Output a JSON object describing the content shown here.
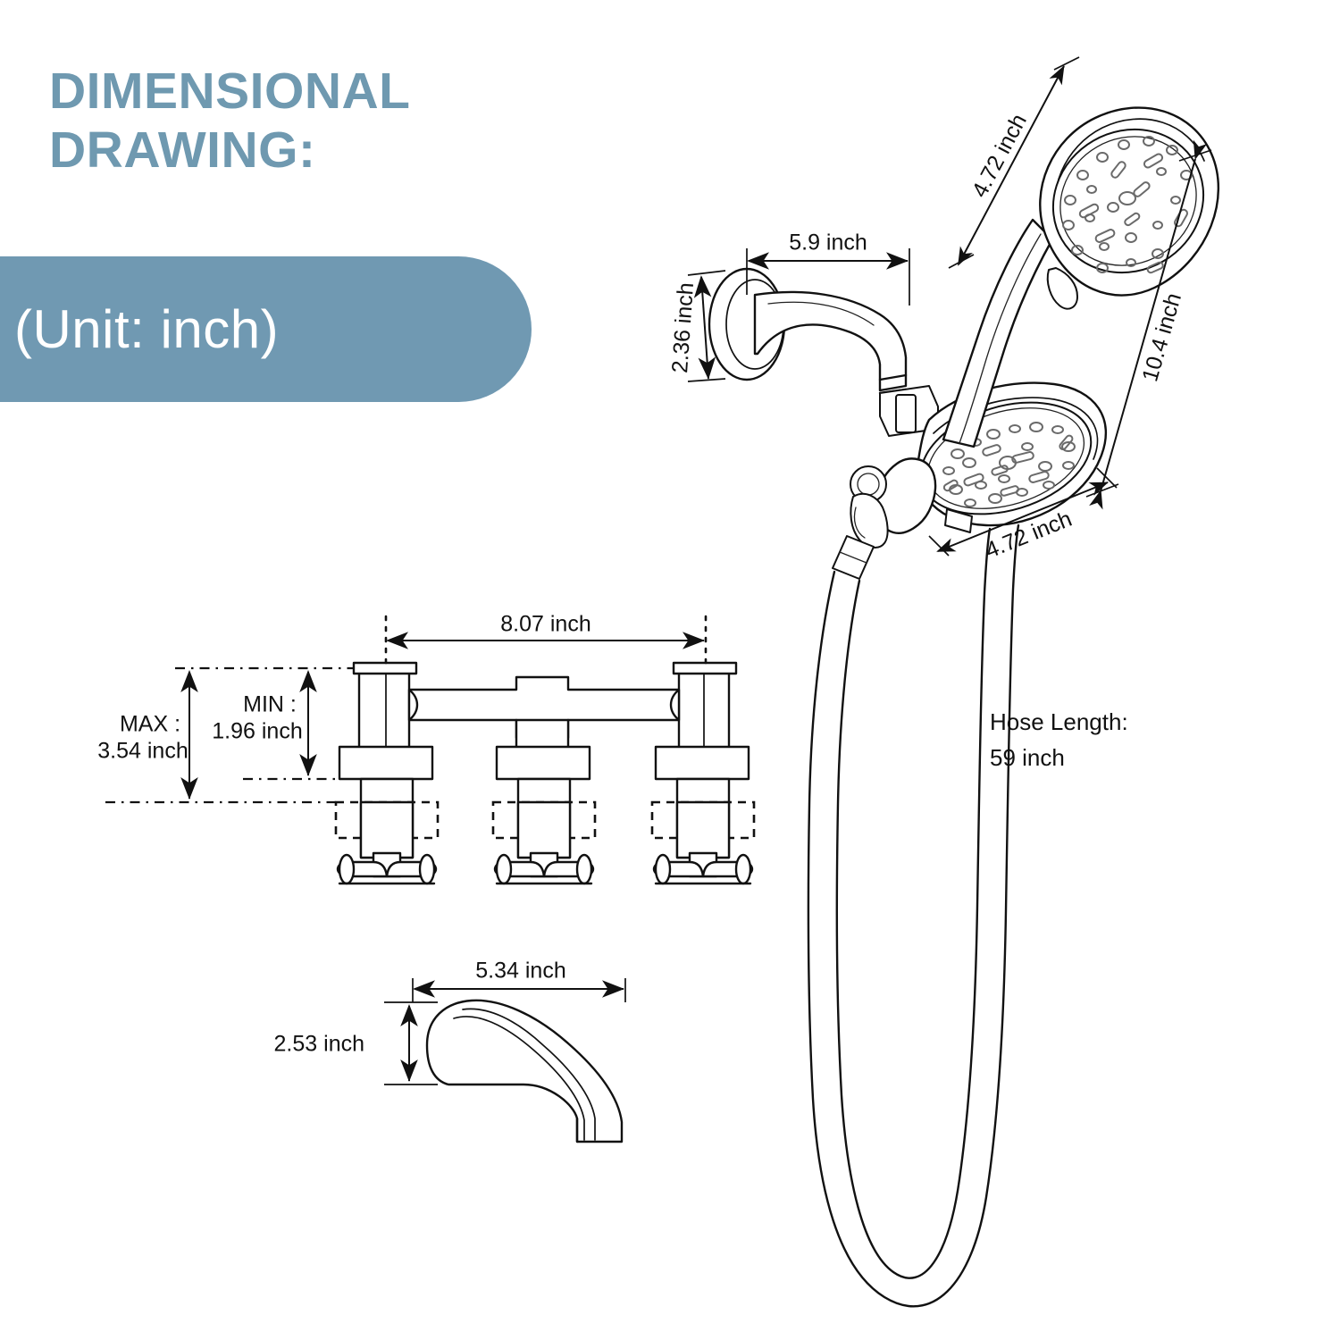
{
  "header": {
    "title": "DIMENSIONAL\nDRAWING:",
    "unit_label": "(Unit: inch)",
    "title_color": "#6f99b0",
    "pill_color": "#7099b2",
    "pill_text_color": "#ffffff"
  },
  "dimensions": {
    "handheld_face_diameter": "4.72 inch",
    "arm_projection": "5.9 inch",
    "flange_diameter": "2.36 inch",
    "overall_drop": "10.4 inch",
    "fixed_head_diameter": "4.72 inch",
    "hose_length_line1": "Hose Length:",
    "hose_length_line2": "59  inch",
    "valve_center_spread": "8.07 inch",
    "valve_min_line1": "MIN :",
    "valve_min_line2": "1.96 inch",
    "valve_max_line1": "MAX :",
    "valve_max_line2": "3.54 inch",
    "spout_length": "5.34 inch",
    "spout_height": "2.53 inch"
  },
  "drawing_parts": {
    "wall_flange": "wall-flange",
    "shower_arm": "shower-arm",
    "fixed_shower_head": "fixed-shower-head",
    "handheld_shower_head": "handheld-shower-head",
    "diverter_bracket": "diverter-bracket",
    "shower_hose": "shower-hose",
    "valve_body": "valve-body",
    "valve_handles": "valve-cross-handles",
    "tub_spout": "tub-spout"
  }
}
